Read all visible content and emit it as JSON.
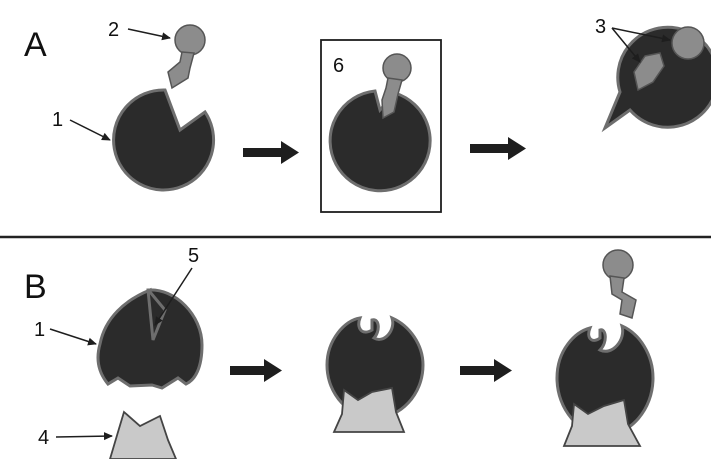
{
  "panels": {
    "a": {
      "letter": "A"
    },
    "b": {
      "letter": "B"
    }
  },
  "labels": {
    "enzyme_a": "1",
    "substrate": "2",
    "products": "3",
    "complex": "6",
    "enzyme_b": "1",
    "inhibitor": "4",
    "active_site": "5"
  },
  "colors": {
    "enzyme": "#2b2b2b",
    "enzyme_outline": "#6e6e6e",
    "substrate": "#8c8c8c",
    "inhibitor": "#c9c9c9",
    "arrow": "#1e1e1e",
    "divider": "#222222"
  }
}
